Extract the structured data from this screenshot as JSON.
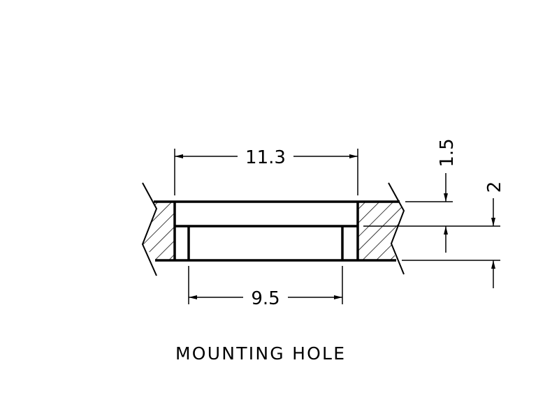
{
  "title": "MOUNTING HOLE",
  "dimensions": {
    "outer_width": "11.3",
    "inner_width": "9.5",
    "counterbore_depth": "1.5",
    "total_thickness": "2"
  },
  "colors": {
    "line": "#000000",
    "background": "#ffffff"
  }
}
